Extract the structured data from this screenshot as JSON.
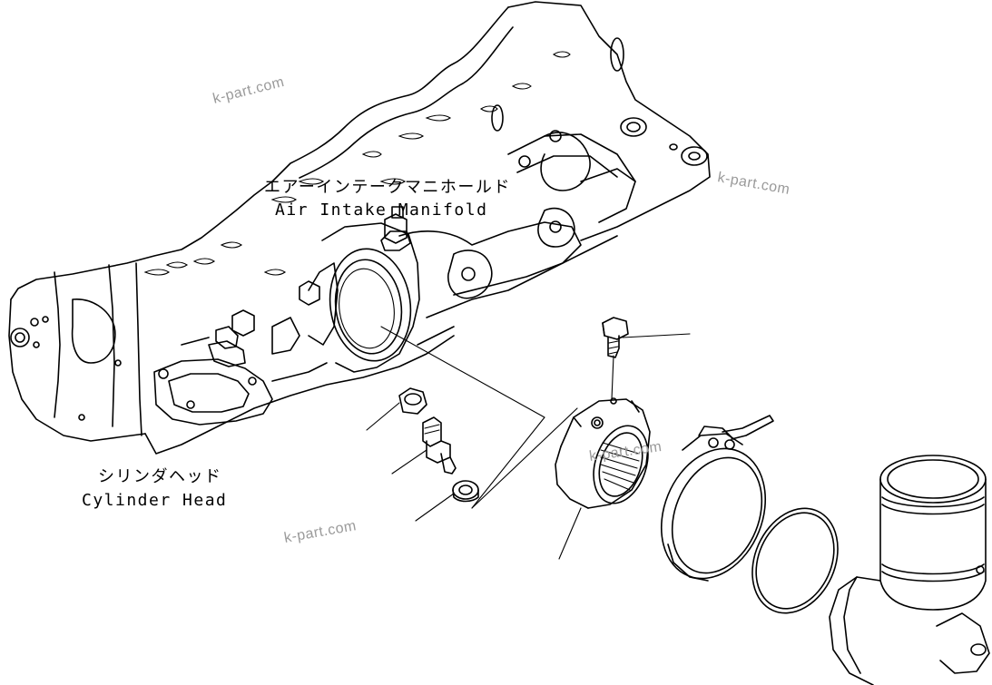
{
  "labels": {
    "manifold_jp": "エアーインテークマニホールド",
    "manifold_en": "Air Intake Manifold",
    "cylinder_jp": "シリンダヘッド",
    "cylinder_en": "Cylinder Head"
  },
  "watermark": "k-part.com"
}
